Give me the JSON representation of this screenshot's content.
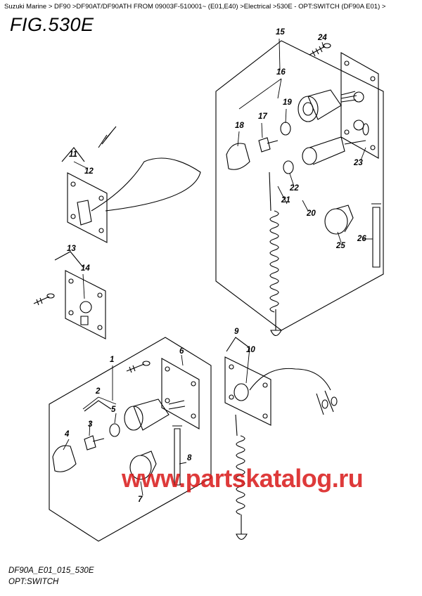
{
  "breadcrumb": "Suzuki Marine > DF90 >DF90AT/DF90ATH FROM 09003F-510001~ (E01,E40) >Electrical >530E - OPT:SWITCH (DF90A E01) >",
  "figure_title": "FIG.530E",
  "callouts": {
    "c1": "1",
    "c2": "2",
    "c3": "3",
    "c4": "4",
    "c5": "5",
    "c6": "6",
    "c7": "7",
    "c8": "8",
    "c9": "9",
    "c10": "10",
    "c11": "11",
    "c12": "12",
    "c13": "13",
    "c14": "14",
    "c15": "15",
    "c16": "16",
    "c17": "17",
    "c18": "18",
    "c19": "19",
    "c20": "20",
    "c21": "21",
    "c22": "22",
    "c23": "23",
    "c24": "24",
    "c25": "25",
    "c26": "26"
  },
  "watermark": "www.partskatalog.ru",
  "drawing_code": "DF90A_E01_015_530E",
  "caption": "OPT:SWITCH"
}
